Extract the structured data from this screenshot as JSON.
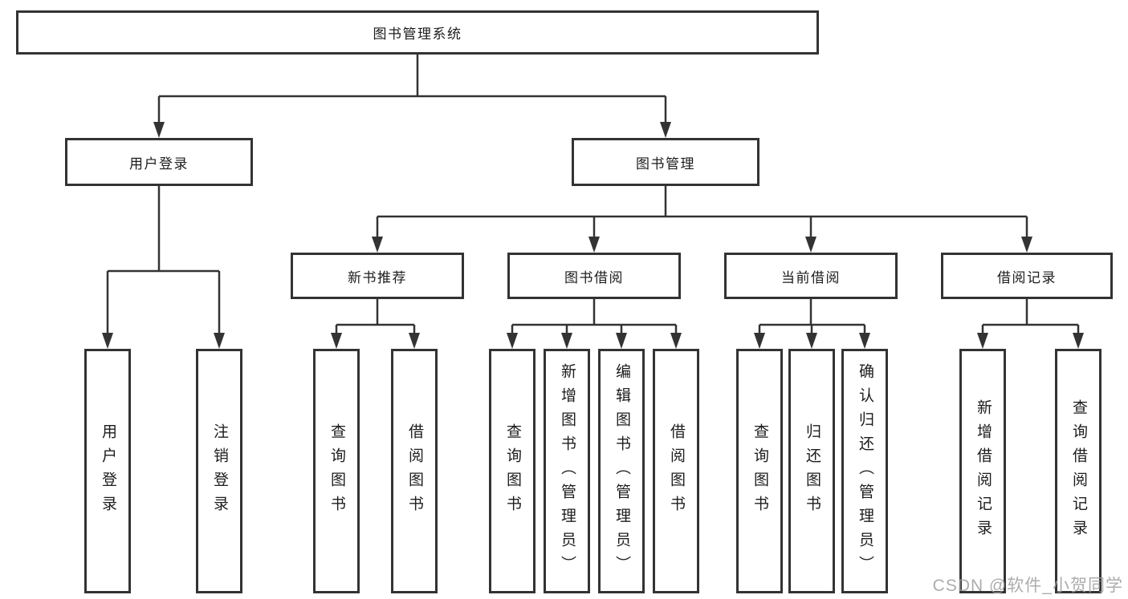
{
  "diagram": {
    "tree": {
      "label": "图书管理系统",
      "children": [
        {
          "label": "用户登录",
          "children": [
            {
              "label": "用户登录"
            },
            {
              "label": "注销登录"
            }
          ]
        },
        {
          "label": "图书管理",
          "children": [
            {
              "label": "新书推荐",
              "children": [
                {
                  "label": "查询图书"
                },
                {
                  "label": "借阅图书"
                }
              ]
            },
            {
              "label": "图书借阅",
              "children": [
                {
                  "label": "查询图书"
                },
                {
                  "label": "新增图书（管理员）"
                },
                {
                  "label": "编辑图书（管理员）"
                },
                {
                  "label": "借阅图书"
                }
              ]
            },
            {
              "label": "当前借阅",
              "children": [
                {
                  "label": "查询图书"
                },
                {
                  "label": "归还图书"
                },
                {
                  "label": "确认归还（管理员）"
                }
              ]
            },
            {
              "label": "借阅记录",
              "children": [
                {
                  "label": "新增借阅记录"
                },
                {
                  "label": "查询借阅记录"
                }
              ]
            }
          ]
        }
      ]
    },
    "watermark": {
      "text": "CSDN @软件_小贺同学"
    },
    "colors": {
      "line": "#333333",
      "box_border": "#333333",
      "text": "#1c1c1c",
      "background": "#ffffff",
      "watermark": "#9e9e9e"
    }
  }
}
